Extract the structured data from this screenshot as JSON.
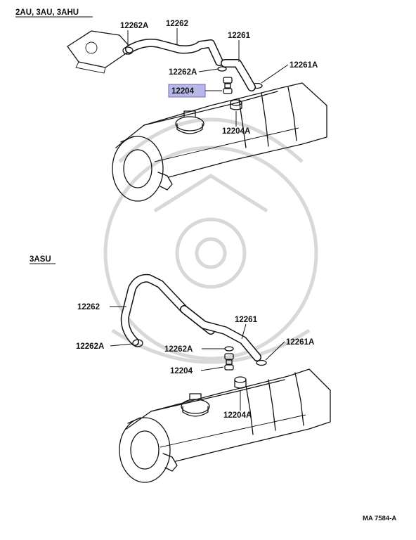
{
  "sections": [
    {
      "heading": "2AU, 3AU, 3AHU",
      "labels": {
        "p12262A": "12262A",
        "p12262": "12262",
        "p12261": "12261",
        "p12262A_b": "12262A",
        "p12261A": "12261A",
        "p12204": "12204",
        "p12204A": "12204A"
      }
    },
    {
      "heading": "3ASU",
      "labels": {
        "p12262": "12262",
        "p12261": "12261",
        "p12262A": "12262A",
        "p12261A": "12261A",
        "p12262A_b": "12262A",
        "p12204": "12204",
        "p12204A": "12204A"
      }
    }
  ],
  "highlight_color": "#b8b8e8",
  "diagram_code": "MA 7584-A"
}
